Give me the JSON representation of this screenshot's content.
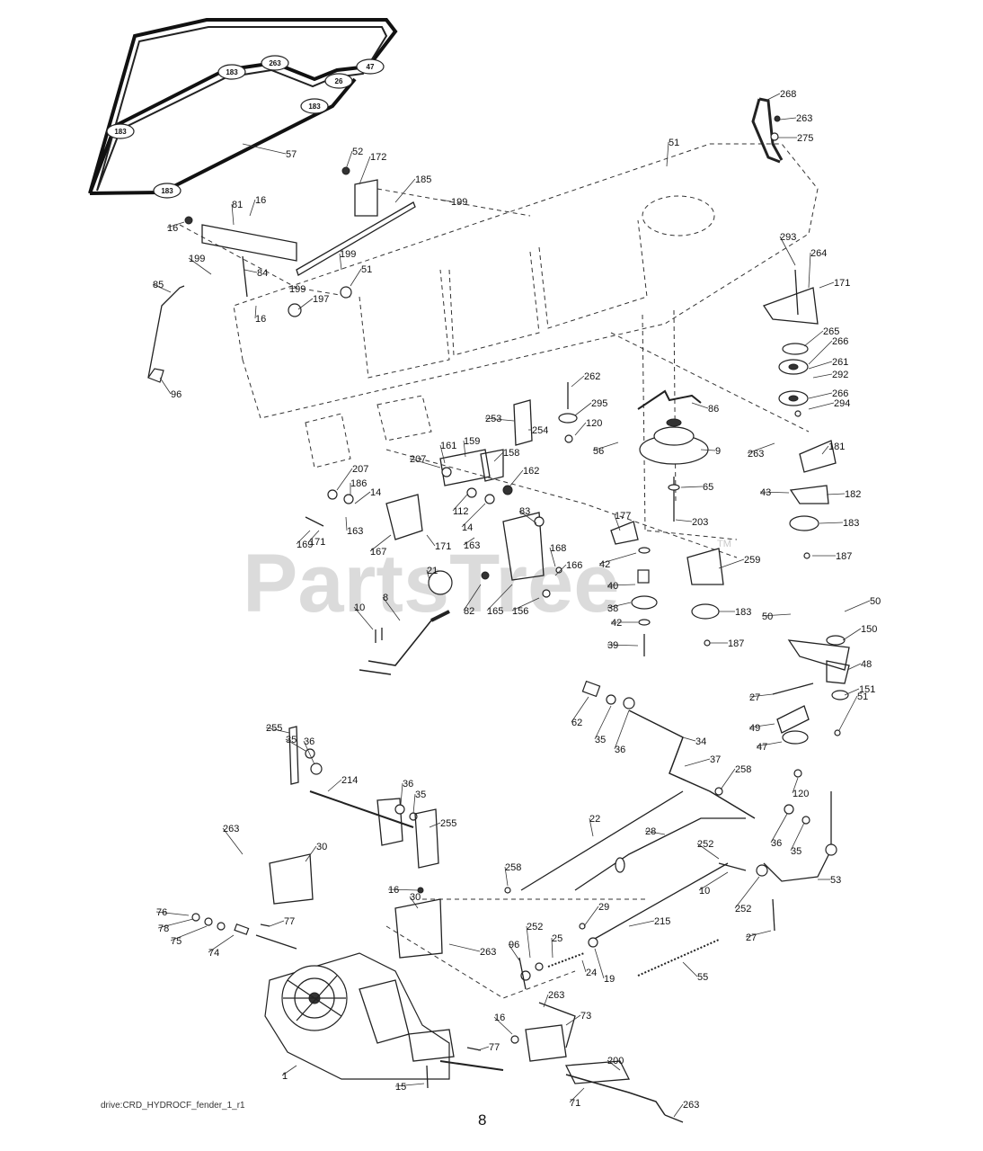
{
  "header_text": "",
  "watermark": "PartsTree",
  "trademark": "TM",
  "filename": "drive:CRD_HYDROCF_fender_1_r1",
  "page_number": "8",
  "colors": {
    "ink": "#222222",
    "watermark": "#d0d0d0",
    "background": "#ffffff"
  },
  "belt_pulley_labels": [
    "183",
    "263",
    "47",
    "26",
    "183",
    "183",
    "183"
  ],
  "callouts": [
    {
      "id": "c1",
      "text": "57"
    },
    {
      "id": "c2",
      "text": "52"
    },
    {
      "id": "c3",
      "text": "172"
    },
    {
      "id": "c4",
      "text": "185"
    },
    {
      "id": "c5",
      "text": "199"
    },
    {
      "id": "c6",
      "text": "16"
    },
    {
      "id": "c7",
      "text": "81"
    },
    {
      "id": "c8",
      "text": "16"
    },
    {
      "id": "c9",
      "text": "199"
    },
    {
      "id": "c10",
      "text": "51"
    },
    {
      "id": "c11",
      "text": "199"
    },
    {
      "id": "c12",
      "text": "84"
    },
    {
      "id": "c13",
      "text": "199"
    },
    {
      "id": "c14",
      "text": "197"
    },
    {
      "id": "c15",
      "text": "16"
    },
    {
      "id": "c16",
      "text": "85"
    },
    {
      "id": "c17",
      "text": "96"
    },
    {
      "id": "c18",
      "text": "51"
    },
    {
      "id": "c19",
      "text": "268"
    },
    {
      "id": "c20",
      "text": "263"
    },
    {
      "id": "c21",
      "text": "275"
    },
    {
      "id": "c22",
      "text": "293"
    },
    {
      "id": "c23",
      "text": "264"
    },
    {
      "id": "c24",
      "text": "171"
    },
    {
      "id": "c25",
      "text": "265"
    },
    {
      "id": "c26",
      "text": "266"
    },
    {
      "id": "c27",
      "text": "261"
    },
    {
      "id": "c28",
      "text": "292"
    },
    {
      "id": "c29",
      "text": "266"
    },
    {
      "id": "c30",
      "text": "294"
    },
    {
      "id": "c31",
      "text": "262"
    },
    {
      "id": "c32",
      "text": "295"
    },
    {
      "id": "c33",
      "text": "120"
    },
    {
      "id": "c34",
      "text": "86"
    },
    {
      "id": "c35",
      "text": "253"
    },
    {
      "id": "c36",
      "text": "254"
    },
    {
      "id": "c37",
      "text": "56"
    },
    {
      "id": "c38",
      "text": "9"
    },
    {
      "id": "c39",
      "text": "263"
    },
    {
      "id": "c40",
      "text": "181"
    },
    {
      "id": "c41",
      "text": "161"
    },
    {
      "id": "c42",
      "text": "159"
    },
    {
      "id": "c43",
      "text": "207"
    },
    {
      "id": "c44",
      "text": "158"
    },
    {
      "id": "c45",
      "text": "162"
    },
    {
      "id": "c46",
      "text": "207"
    },
    {
      "id": "c47",
      "text": "186"
    },
    {
      "id": "c48",
      "text": "14"
    },
    {
      "id": "c49",
      "text": "65"
    },
    {
      "id": "c50",
      "text": "43"
    },
    {
      "id": "c51",
      "text": "182"
    },
    {
      "id": "c52",
      "text": "163"
    },
    {
      "id": "c53",
      "text": "112"
    },
    {
      "id": "c54",
      "text": "14"
    },
    {
      "id": "c55",
      "text": "83"
    },
    {
      "id": "c56",
      "text": "177"
    },
    {
      "id": "c57",
      "text": "203"
    },
    {
      "id": "c58",
      "text": "183"
    },
    {
      "id": "c59",
      "text": "169"
    },
    {
      "id": "c60",
      "text": "171"
    },
    {
      "id": "c61",
      "text": "167"
    },
    {
      "id": "c62",
      "text": "171"
    },
    {
      "id": "c63",
      "text": "163"
    },
    {
      "id": "c64",
      "text": "168"
    },
    {
      "id": "c65",
      "text": "187"
    },
    {
      "id": "c66",
      "text": "42"
    },
    {
      "id": "c67",
      "text": "259"
    },
    {
      "id": "c68",
      "text": "21"
    },
    {
      "id": "c69",
      "text": "166"
    },
    {
      "id": "c70",
      "text": "40"
    },
    {
      "id": "c71",
      "text": "8"
    },
    {
      "id": "c72",
      "text": "82"
    },
    {
      "id": "c73",
      "text": "165"
    },
    {
      "id": "c74",
      "text": "156"
    },
    {
      "id": "c75",
      "text": "38"
    },
    {
      "id": "c76",
      "text": "183"
    },
    {
      "id": "c77",
      "text": "50"
    },
    {
      "id": "c78",
      "text": "50"
    },
    {
      "id": "c79",
      "text": "10"
    },
    {
      "id": "c80",
      "text": "42"
    },
    {
      "id": "c81",
      "text": "150"
    },
    {
      "id": "c82",
      "text": "39"
    },
    {
      "id": "c83",
      "text": "187"
    },
    {
      "id": "c84",
      "text": "48"
    },
    {
      "id": "c85",
      "text": "27"
    },
    {
      "id": "c86",
      "text": "151"
    },
    {
      "id": "c87",
      "text": "62"
    },
    {
      "id": "c88",
      "text": "35"
    },
    {
      "id": "c89",
      "text": "36"
    },
    {
      "id": "c90",
      "text": "49"
    },
    {
      "id": "c91",
      "text": "51"
    },
    {
      "id": "c92",
      "text": "47"
    },
    {
      "id": "c93",
      "text": "255"
    },
    {
      "id": "c94",
      "text": "35"
    },
    {
      "id": "c95",
      "text": "36"
    },
    {
      "id": "c96",
      "text": "34"
    },
    {
      "id": "c97",
      "text": "37"
    },
    {
      "id": "c98",
      "text": "258"
    },
    {
      "id": "c99",
      "text": "214"
    },
    {
      "id": "c100",
      "text": "120"
    },
    {
      "id": "c101",
      "text": "36"
    },
    {
      "id": "c102",
      "text": "35"
    },
    {
      "id": "c103",
      "text": "22"
    },
    {
      "id": "c104",
      "text": "255"
    },
    {
      "id": "c105",
      "text": "263"
    },
    {
      "id": "c106",
      "text": "30"
    },
    {
      "id": "c107",
      "text": "28"
    },
    {
      "id": "c108",
      "text": "36"
    },
    {
      "id": "c109",
      "text": "35"
    },
    {
      "id": "c110",
      "text": "252"
    },
    {
      "id": "c111",
      "text": "258"
    },
    {
      "id": "c112",
      "text": "10"
    },
    {
      "id": "c113",
      "text": "53"
    },
    {
      "id": "c114",
      "text": "252"
    },
    {
      "id": "c115",
      "text": "16"
    },
    {
      "id": "c116",
      "text": "30"
    },
    {
      "id": "c117",
      "text": "29"
    },
    {
      "id": "c118",
      "text": "76"
    },
    {
      "id": "c119",
      "text": "77"
    },
    {
      "id": "c120",
      "text": "78"
    },
    {
      "id": "c121",
      "text": "75"
    },
    {
      "id": "c122",
      "text": "74"
    },
    {
      "id": "c123",
      "text": "215"
    },
    {
      "id": "c124",
      "text": "27"
    },
    {
      "id": "c125",
      "text": "263"
    },
    {
      "id": "c126",
      "text": "252"
    },
    {
      "id": "c127",
      "text": "96"
    },
    {
      "id": "c128",
      "text": "25"
    },
    {
      "id": "c129",
      "text": "24"
    },
    {
      "id": "c130",
      "text": "19"
    },
    {
      "id": "c131",
      "text": "55"
    },
    {
      "id": "c132",
      "text": "263"
    },
    {
      "id": "c133",
      "text": "16"
    },
    {
      "id": "c134",
      "text": "73"
    },
    {
      "id": "c135",
      "text": "77"
    },
    {
      "id": "c136",
      "text": "200"
    },
    {
      "id": "c137",
      "text": "1"
    },
    {
      "id": "c138",
      "text": "15"
    },
    {
      "id": "c139",
      "text": "71"
    },
    {
      "id": "c140",
      "text": "263"
    }
  ]
}
